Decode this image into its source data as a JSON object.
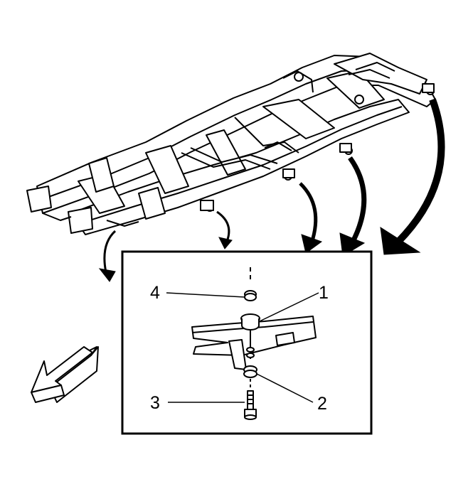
{
  "callouts": {
    "c1": "1",
    "c2": "2",
    "c3": "3",
    "c4": "4"
  },
  "colors": {
    "line": "#000000",
    "fill": "#ffffff"
  },
  "icons": {
    "frame": "vehicle-frame-drawing",
    "detail": "body-mount-detail",
    "direction": "front-direction-arrow"
  }
}
